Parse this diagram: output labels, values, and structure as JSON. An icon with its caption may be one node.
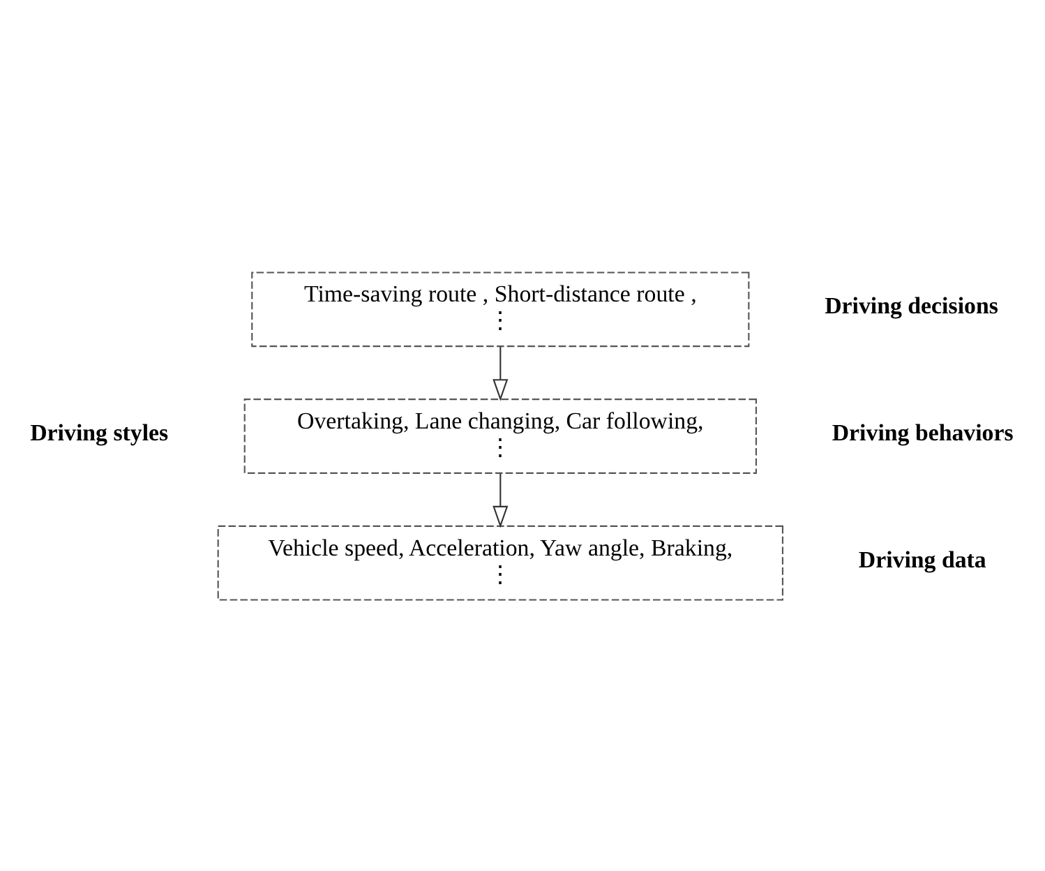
{
  "diagram": {
    "nodes": [
      {
        "text": [
          "Time-saving route , Short-distance route ,",
          "⋮"
        ],
        "beside": [
          "Driving decisions"
        ]
      },
      {
        "text": [
          "Overtaking, Lane changing, Car following,",
          "⋮"
        ],
        "beside": [
          "Driving behaviors"
        ]
      },
      {
        "text": [
          "Vehicle speed, Acceleration, Yaw angle, Braking,",
          "⋮"
        ],
        "beside": [
          "Driving data"
        ]
      }
    ],
    "edges": [
      {
        "from": 0,
        "to": 1,
        "arrow": "to"
      },
      {
        "from": 1,
        "to": 2,
        "arrow": "to"
      }
    ],
    "labels": [
      "Driving styles"
    ]
  }
}
